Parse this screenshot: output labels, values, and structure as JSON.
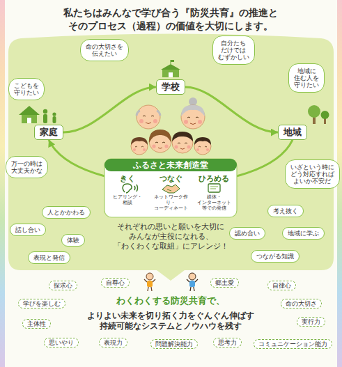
{
  "diagram": {
    "title": "私たちはみんなで学び合う『防災共育』の推進と そのプロセス（過程）の価値を大切にします。",
    "nodes": [
      {
        "text": [
          "命の大切さを 伝えたい"
        ]
      },
      {
        "text": [
          "学校"
        ]
      },
      {
        "text": [
          "自分たち だけでは むずかしい"
        ]
      },
      {
        "text": [
          "こどもを 守りたい"
        ]
      },
      {
        "text": [
          "地域に 住む人を 守りたい"
        ]
      },
      {
        "text": [
          "家庭"
        ]
      },
      {
        "text": [
          "地域"
        ]
      },
      {
        "text": [
          "万一の時は 大丈夫かな"
        ]
      },
      {
        "text": [
          "いざという時に どう対応すれば よいか不安だ"
        ]
      },
      {
        "text": [
          "ふるさと未来創造堂"
        ]
      },
      {
        "text": [
          "きく",
          "ヒアリング・ 相談"
        ],
        "in": 9
      },
      {
        "text": [
          "つなぐ",
          "ネットワーク作り・ コーディネート"
        ],
        "in": 9
      },
      {
        "text": [
          "ひろめる",
          "媒体・ インターネット 等での発信"
        ],
        "in": 9
      },
      {
        "text": [
          "人とかかわる"
        ]
      },
      {
        "text": [
          "考え抜く"
        ]
      },
      {
        "text": [
          "話し合い"
        ]
      },
      {
        "text": [
          "体験"
        ]
      },
      {
        "text": [
          "認め合い"
        ]
      },
      {
        "text": [
          "地域に学ぶ"
        ]
      },
      {
        "text": [
          "表現と発信"
        ]
      },
      {
        "text": [
          "つながる知識"
        ]
      },
      {
        "text": [
          "探求心"
        ]
      },
      {
        "text": [
          "自尊心"
        ]
      },
      {
        "text": [
          "郷土愛"
        ]
      },
      {
        "text": [
          "自律心"
        ]
      },
      {
        "text": [
          "学びを楽しむ"
        ]
      },
      {
        "text": [
          "命の大切さ"
        ]
      },
      {
        "text": [
          "主体性"
        ]
      },
      {
        "text": [
          "実行力"
        ]
      },
      {
        "text": [
          "思いやり"
        ]
      },
      {
        "text": [
          "表現力"
        ]
      },
      {
        "text": [
          "問題解決能力"
        ]
      },
      {
        "text": [
          "思考力"
        ]
      },
      {
        "text": [
          "コミュニケーション能力"
        ]
      }
    ],
    "edges": [
      {
        "from": 5,
        "to": 1,
        "arrow": "to"
      },
      {
        "from": 1,
        "to": 6,
        "arrow": "to"
      },
      {
        "from": 6,
        "to": 5,
        "arrow": "to"
      }
    ],
    "labels": [
      "それぞれの思いと願いを大切に みんなが主役になれる、 「わくわくな取組」にアレンジ！",
      "わくわくする防災共育で、",
      "よりよい未来を切り拓く力をぐんぐん伸ばす 持続可能なシステムとノウハウを残す"
    ]
  }
}
